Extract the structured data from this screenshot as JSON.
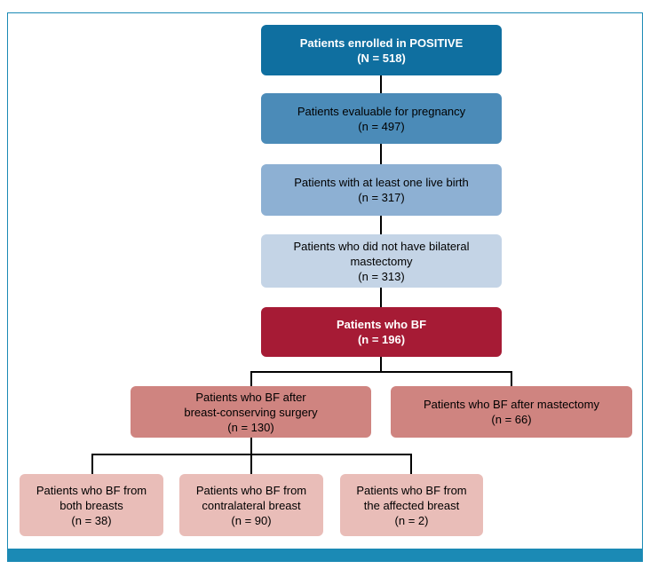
{
  "colors": {
    "frame": "#1b8ab5",
    "level1": "#0f6fa0",
    "level2": "#4b8bb8",
    "level3": "#8db0d3",
    "level4": "#c4d4e6",
    "bf": "#a61b35",
    "bf_sub": "#cf8480",
    "bf_leaf": "#e9bdb8",
    "line": "#000000"
  },
  "nodes": {
    "enrolled": {
      "line1": "Patients enrolled in POSITIVE",
      "line2": "(N = 518)"
    },
    "evaluable": {
      "line1": "Patients evaluable for pregnancy",
      "line2": "(n = 497)"
    },
    "live_birth": {
      "line1": "Patients with at least one live birth",
      "line2": "(n = 317)"
    },
    "no_bilateral": {
      "line1": "Patients who did not have bilateral",
      "line2": "mastectomy",
      "line3": "(n = 313)"
    },
    "bf": {
      "line1": "Patients who BF",
      "line2": "(n = 196)"
    },
    "bf_bcs": {
      "line1": "Patients who BF after",
      "line2": "breast-conserving surgery",
      "line3": "(n = 130)"
    },
    "bf_mastectomy": {
      "line1": "Patients who BF after mastectomy",
      "line2": "(n = 66)"
    },
    "bf_both": {
      "line1": "Patients who BF from",
      "line2": "both breasts",
      "line3": "(n = 38)"
    },
    "bf_contralateral": {
      "line1": "Patients who BF from",
      "line2": "contralateral breast",
      "line3": "(n = 90)"
    },
    "bf_affected": {
      "line1": "Patients who BF from",
      "line2": "the affected breast",
      "line3": "(n = 2)"
    }
  }
}
